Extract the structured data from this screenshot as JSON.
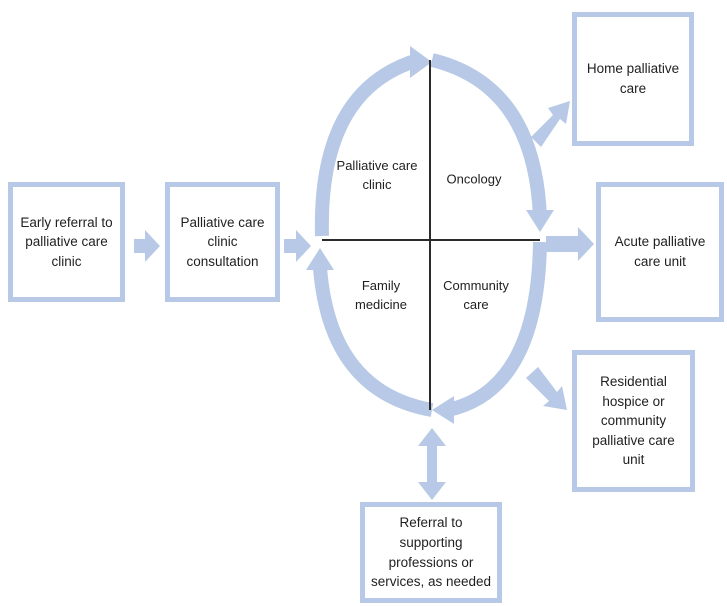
{
  "boxes": {
    "early_referral": "Early referral to palliative care clinic",
    "clinic_consultation": "Palliative care clinic consultation",
    "home_palliative": "Home palliative care",
    "acute_unit": "Acute palliative care unit",
    "residential_hospice": "Residential hospice or community palliative care unit",
    "supporting_referral": "Referral to supporting professions or services, as needed"
  },
  "circle": {
    "top_left": "Palliative care clinic",
    "top_right": "Oncology",
    "bottom_left": "Family medicine",
    "bottom_right": "Community care"
  },
  "colors": {
    "arrow": "#b7c9e6",
    "box_border": "#b7c9e6",
    "text": "#1f1f1f",
    "divider": "#2b2b2b"
  }
}
